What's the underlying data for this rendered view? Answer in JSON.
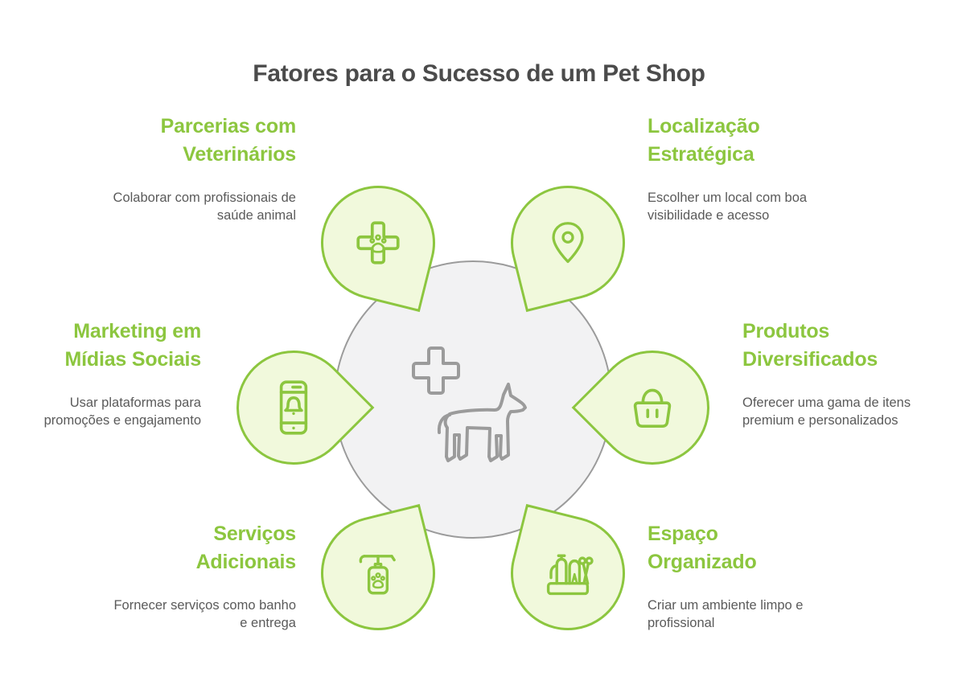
{
  "title": "Fatores para o Sucesso de um Pet Shop",
  "colors": {
    "accent_green": "#8CC63F",
    "petal_fill": "#F1F9DC",
    "title_text": "#4B4B4B",
    "body_text": "#5A5A5A",
    "center_fill": "#F2F2F3",
    "center_stroke": "#9B9B9B"
  },
  "center": {
    "icons": [
      "plus-cross-icon",
      "dog-icon"
    ]
  },
  "factors": [
    {
      "id": "parcerias-veterinarios",
      "position": "top-left",
      "title": "Parcerias com Veterinários",
      "description": "Colaborar com profissionais de saúde animal",
      "icon": "vet-cross-paw-icon"
    },
    {
      "id": "localizacao-estrategica",
      "position": "top-right",
      "title": "Localização Estratégica",
      "description": "Escolher um local com boa visibilidade e acesso",
      "icon": "map-pin-icon"
    },
    {
      "id": "marketing-midias-sociais",
      "position": "middle-left",
      "title": "Marketing em Mídias Sociais",
      "description": "Usar plataformas para promoções e engajamento",
      "icon": "phone-notification-icon"
    },
    {
      "id": "produtos-diversificados",
      "position": "middle-right",
      "title": "Produtos Diversificados",
      "description": "Oferecer uma gama de itens premium e personalizados",
      "icon": "shopping-basket-icon"
    },
    {
      "id": "servicos-adicionais",
      "position": "bottom-left",
      "title": "Serviços Adicionais",
      "description": "Fornecer serviços como banho e entrega",
      "icon": "shampoo-bottle-paw-icon"
    },
    {
      "id": "espaco-organizado",
      "position": "bottom-right",
      "title": "Espaço Organizado",
      "description": "Criar um ambiente limpo e profissional",
      "icon": "grooming-tools-icon"
    }
  ]
}
